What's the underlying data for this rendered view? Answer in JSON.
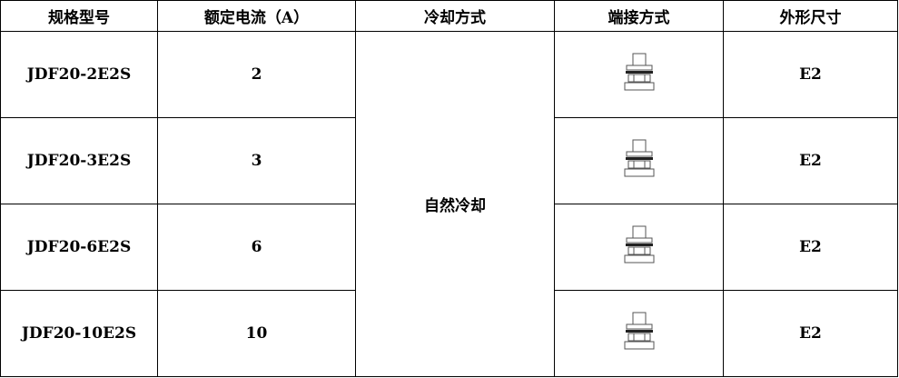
{
  "headers": [
    "规格型号",
    "额定电流（A）",
    "冷却方式",
    "端接方式",
    "外形尺寸"
  ],
  "cooling": "自然冷却",
  "rows": [
    {
      "model": "JDF20-2E2S",
      "current": "2",
      "terminal_icon": "screw-terminal-icon",
      "size": "E2"
    },
    {
      "model": "JDF20-3E2S",
      "current": "3",
      "terminal_icon": "screw-terminal-icon",
      "size": "E2"
    },
    {
      "model": "JDF20-6E2S",
      "current": "6",
      "terminal_icon": "screw-terminal-icon",
      "size": "E2"
    },
    {
      "model": "JDF20-10E2S",
      "current": "10",
      "terminal_icon": "screw-terminal-icon",
      "size": "E2"
    }
  ]
}
